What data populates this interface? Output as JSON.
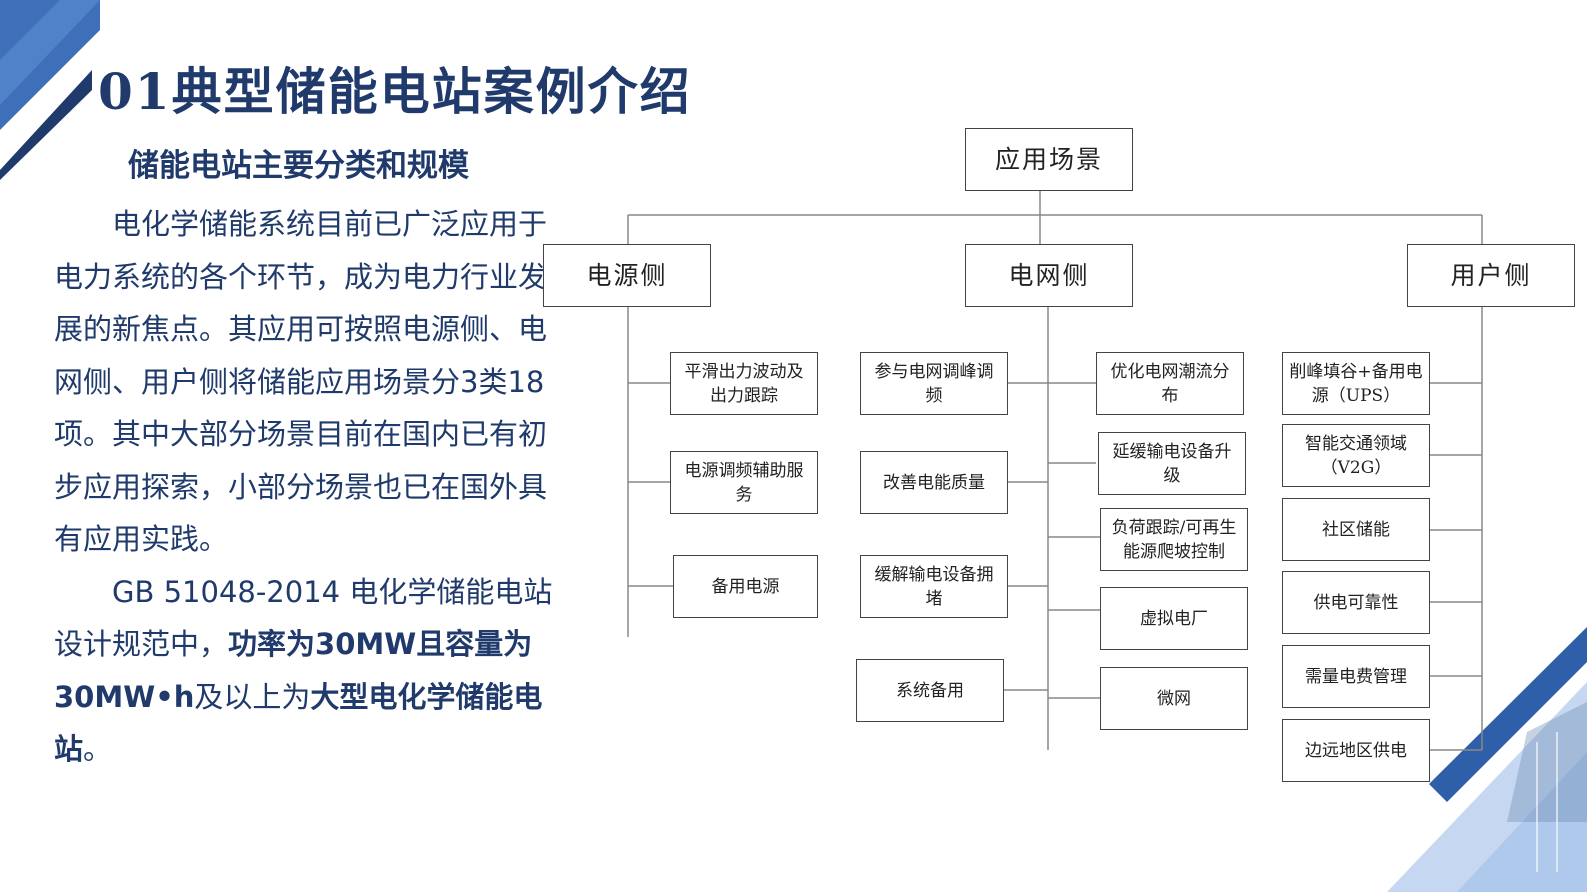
{
  "title": "01典型储能电站案例介绍",
  "subtitle": "储能电站主要分类和规模",
  "paragraph1": "电化学储能系统目前已广泛应用于电力系统的各个环节，成为电力行业发展的新焦点。其应用可按照电源侧、电网侧、用户侧将储能应用场景分3类18项。其中大部分场景目前在国内已有初步应用探索，小部分场景也已在国外具有应用实践。",
  "paragraph2": {
    "part1": "GB 51048-2014 电化学储能电站设计规范中，",
    "bold1": "功率为30MW且容量为30MW•h",
    "part2": "及以上为",
    "bold2": "大型电化学储能电站",
    "part3": "。"
  },
  "diagram": {
    "root": "应用场景",
    "categories": {
      "source": "电源侧",
      "grid": "电网侧",
      "user": "用户侧"
    },
    "source_items": [
      "平滑出力波动及出力跟踪",
      "电源调频辅助服务",
      "备用电源"
    ],
    "grid_left_items": [
      "参与电网调峰调频",
      "改善电能质量",
      "缓解输电设备拥堵",
      "系统备用"
    ],
    "grid_right_items": [
      "优化电网潮流分布",
      "延缓输电设备升级",
      "负荷跟踪/可再生能源爬坡控制",
      "虚拟电厂",
      "微网"
    ],
    "user_items": [
      "削峰填谷+备用电源（UPS）",
      "智能交通领域（V2G）",
      "社区储能",
      "供电可靠性",
      "需量电费管理",
      "边远地区供电"
    ]
  },
  "colors": {
    "navy": "#1f3a6b",
    "blue": "#2e5fa8",
    "light_blue": "#5b8fd6",
    "line": "#888888"
  }
}
